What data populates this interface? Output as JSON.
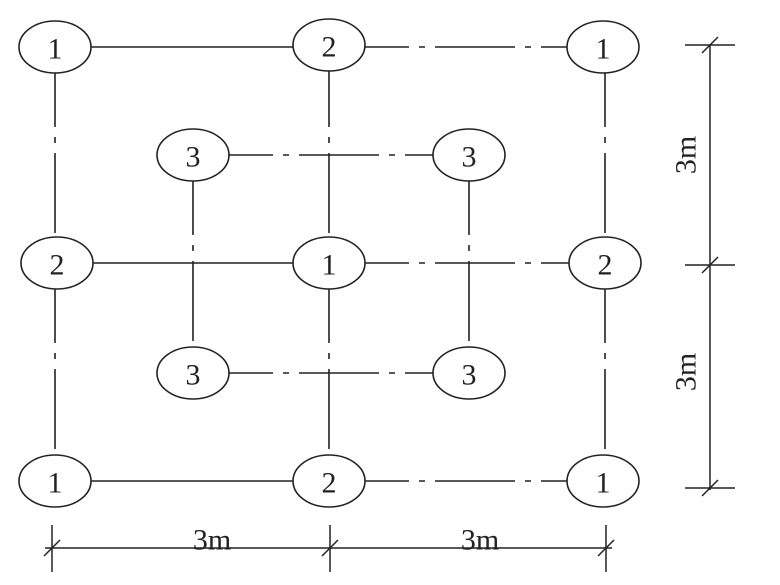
{
  "nodes": {
    "r1": [
      "1",
      "2",
      "1"
    ],
    "r2": [
      "3",
      "3"
    ],
    "r3": [
      "2",
      "1",
      "2"
    ],
    "r4": [
      "3",
      "3"
    ],
    "r5": [
      "1",
      "2",
      "1"
    ]
  },
  "dimensions": {
    "vertical": [
      "3m",
      "3m"
    ],
    "horizontal": [
      "3m",
      "3m"
    ]
  }
}
